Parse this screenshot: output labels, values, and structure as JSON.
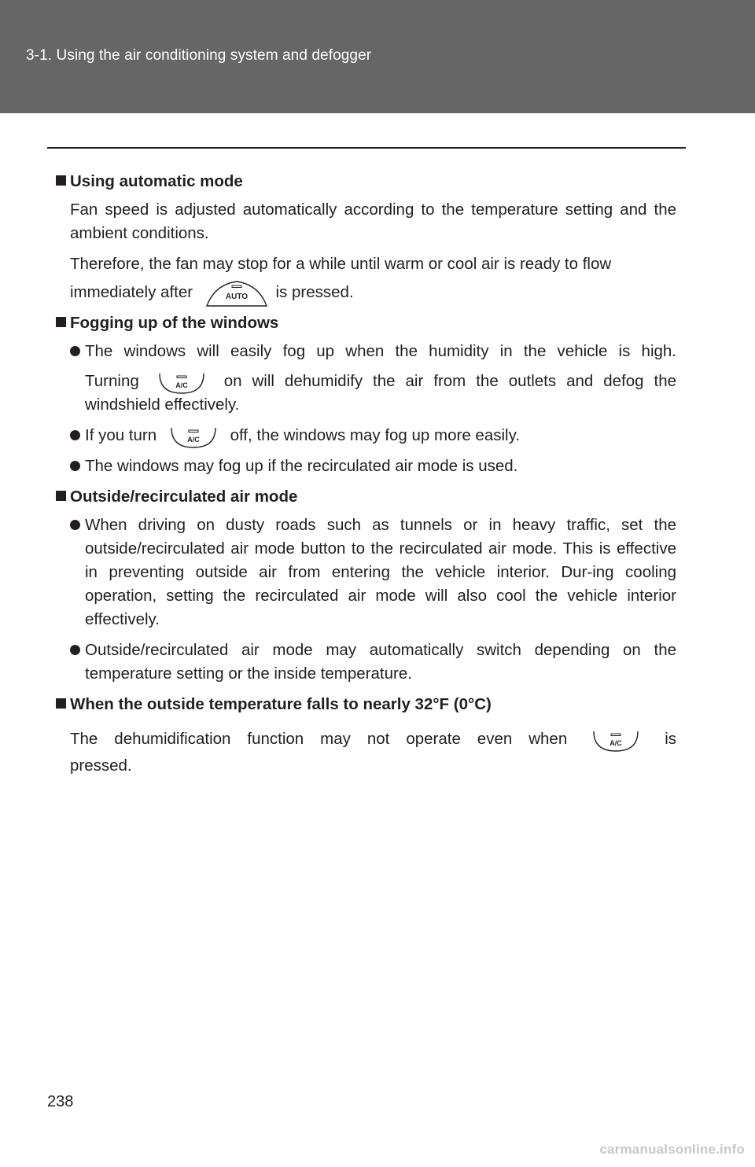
{
  "header": {
    "section": "3-1. Using the air conditioning system and defogger"
  },
  "sections": {
    "auto": {
      "title": "Using automatic mode",
      "p1": "Fan speed is adjusted automatically according to the temperature setting and the ambient conditions.",
      "p2": "Therefore, the fan may stop for a while until warm or cool air is ready to flow",
      "p3_before": "immediately after",
      "p3_after": "is pressed."
    },
    "fog": {
      "title": "Fogging up of the windows",
      "b1_line1": "The windows will easily fog up when the humidity in the vehicle is high.",
      "b1_before": "Turning",
      "b1_after": "on will dehumidify the air from the outlets and defog the",
      "b1_line3": "windshield effectively.",
      "b2_before": "If you turn",
      "b2_after": "off, the windows may fog up more easily.",
      "b3": "The windows may fog up if the recirculated air mode is used."
    },
    "recirc": {
      "title": "Outside/recirculated air mode",
      "b1": "When driving on dusty roads such as tunnels or in heavy traffic, set the outside/recirculated air mode button to the recirculated air mode. This is effective in preventing outside air from entering the vehicle interior. Dur-ing cooling operation, setting the recirculated air mode will also cool the vehicle interior effectively.",
      "b2": "Outside/recirculated air mode may automatically switch depending on the temperature setting or the inside temperature."
    },
    "cold": {
      "title": "When the outside temperature falls to nearly 32°F (0°C)",
      "p_before": "The dehumidification function may not operate even when",
      "p_after": "is",
      "p_line2": "pressed."
    }
  },
  "icons": {
    "auto_label": "AUTO",
    "ac_label": "A/C"
  },
  "page_number": "238",
  "footer": {
    "url": "carmanualsonline.info"
  }
}
